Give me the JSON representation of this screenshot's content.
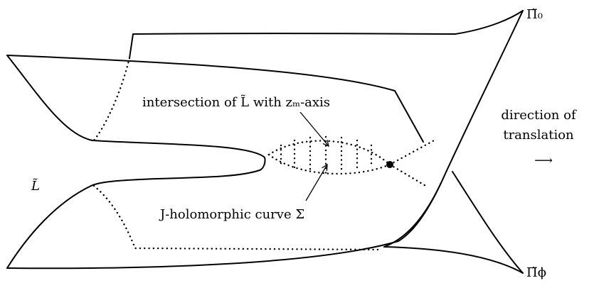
{
  "labels": {
    "pi_zero": "Π̃₀",
    "pi_phi": "Π̃ϕ",
    "l_tilde": "L̃",
    "intersection": "intersection of L̃ with zₘ-axis",
    "holomorphic_curve": "J-holomorphic curve Σ",
    "direction_line1": "direction of",
    "direction_line2": "translation",
    "direction_arrow": "⟶"
  },
  "colors": {
    "ink": "#000000",
    "background": "#ffffff"
  }
}
